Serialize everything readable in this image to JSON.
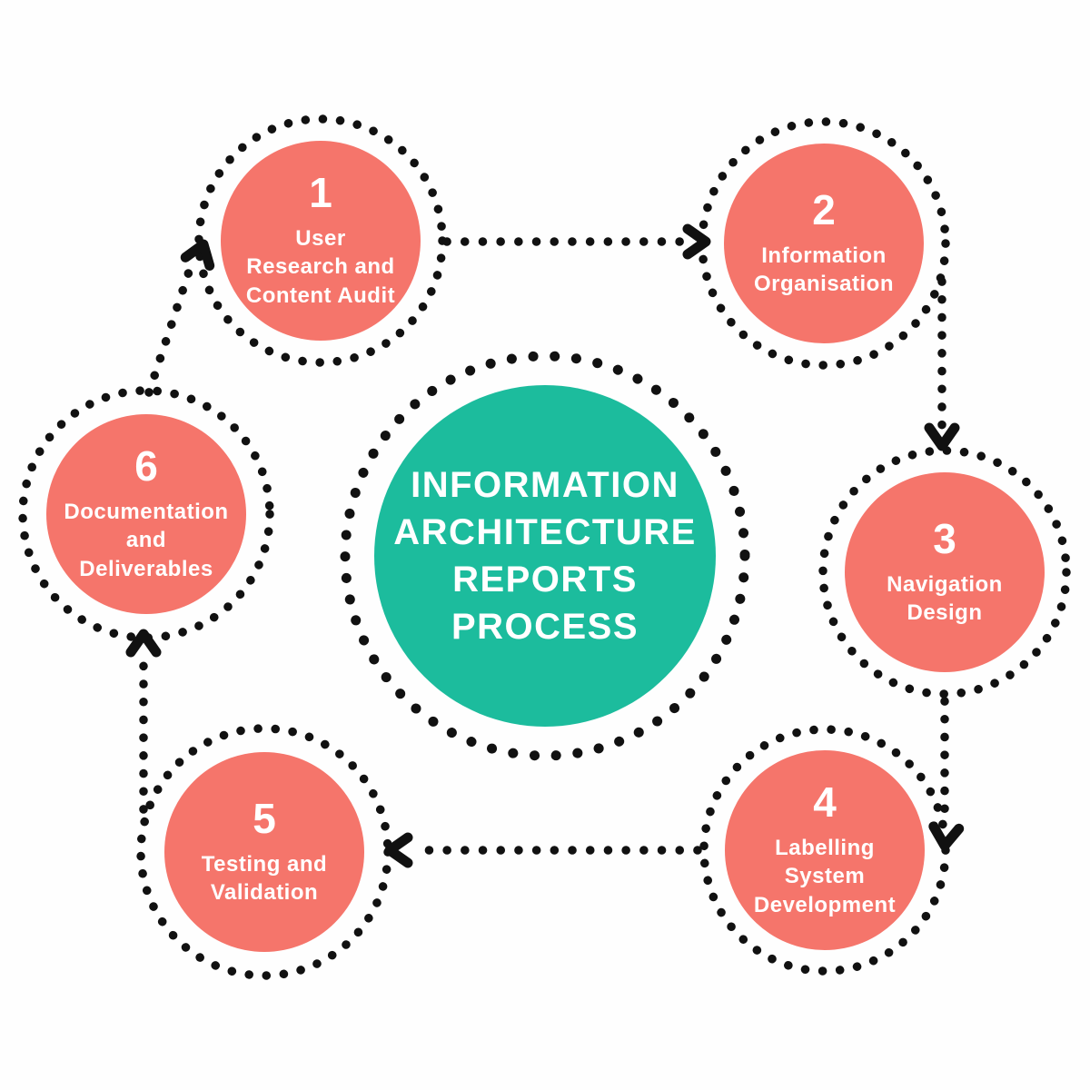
{
  "center": {
    "title": "INFORMATION\nARCHITECTURE\nREPORTS\nPROCESS"
  },
  "steps": [
    {
      "number": "1",
      "label": "User\nResearch and\nContent Audit"
    },
    {
      "number": "2",
      "label": "Information\nOrganisation"
    },
    {
      "number": "3",
      "label": "Navigation\nDesign"
    },
    {
      "number": "4",
      "label": "Labelling\nSystem\nDevelopment"
    },
    {
      "number": "5",
      "label": "Testing and\nValidation"
    },
    {
      "number": "6",
      "label": "Documentation\nand\nDeliverables"
    }
  ],
  "colors": {
    "node": "#f5756b",
    "hub": "#1cbc9d",
    "dots": "#111111",
    "text": "#ffffff",
    "background": "#fefefe"
  }
}
